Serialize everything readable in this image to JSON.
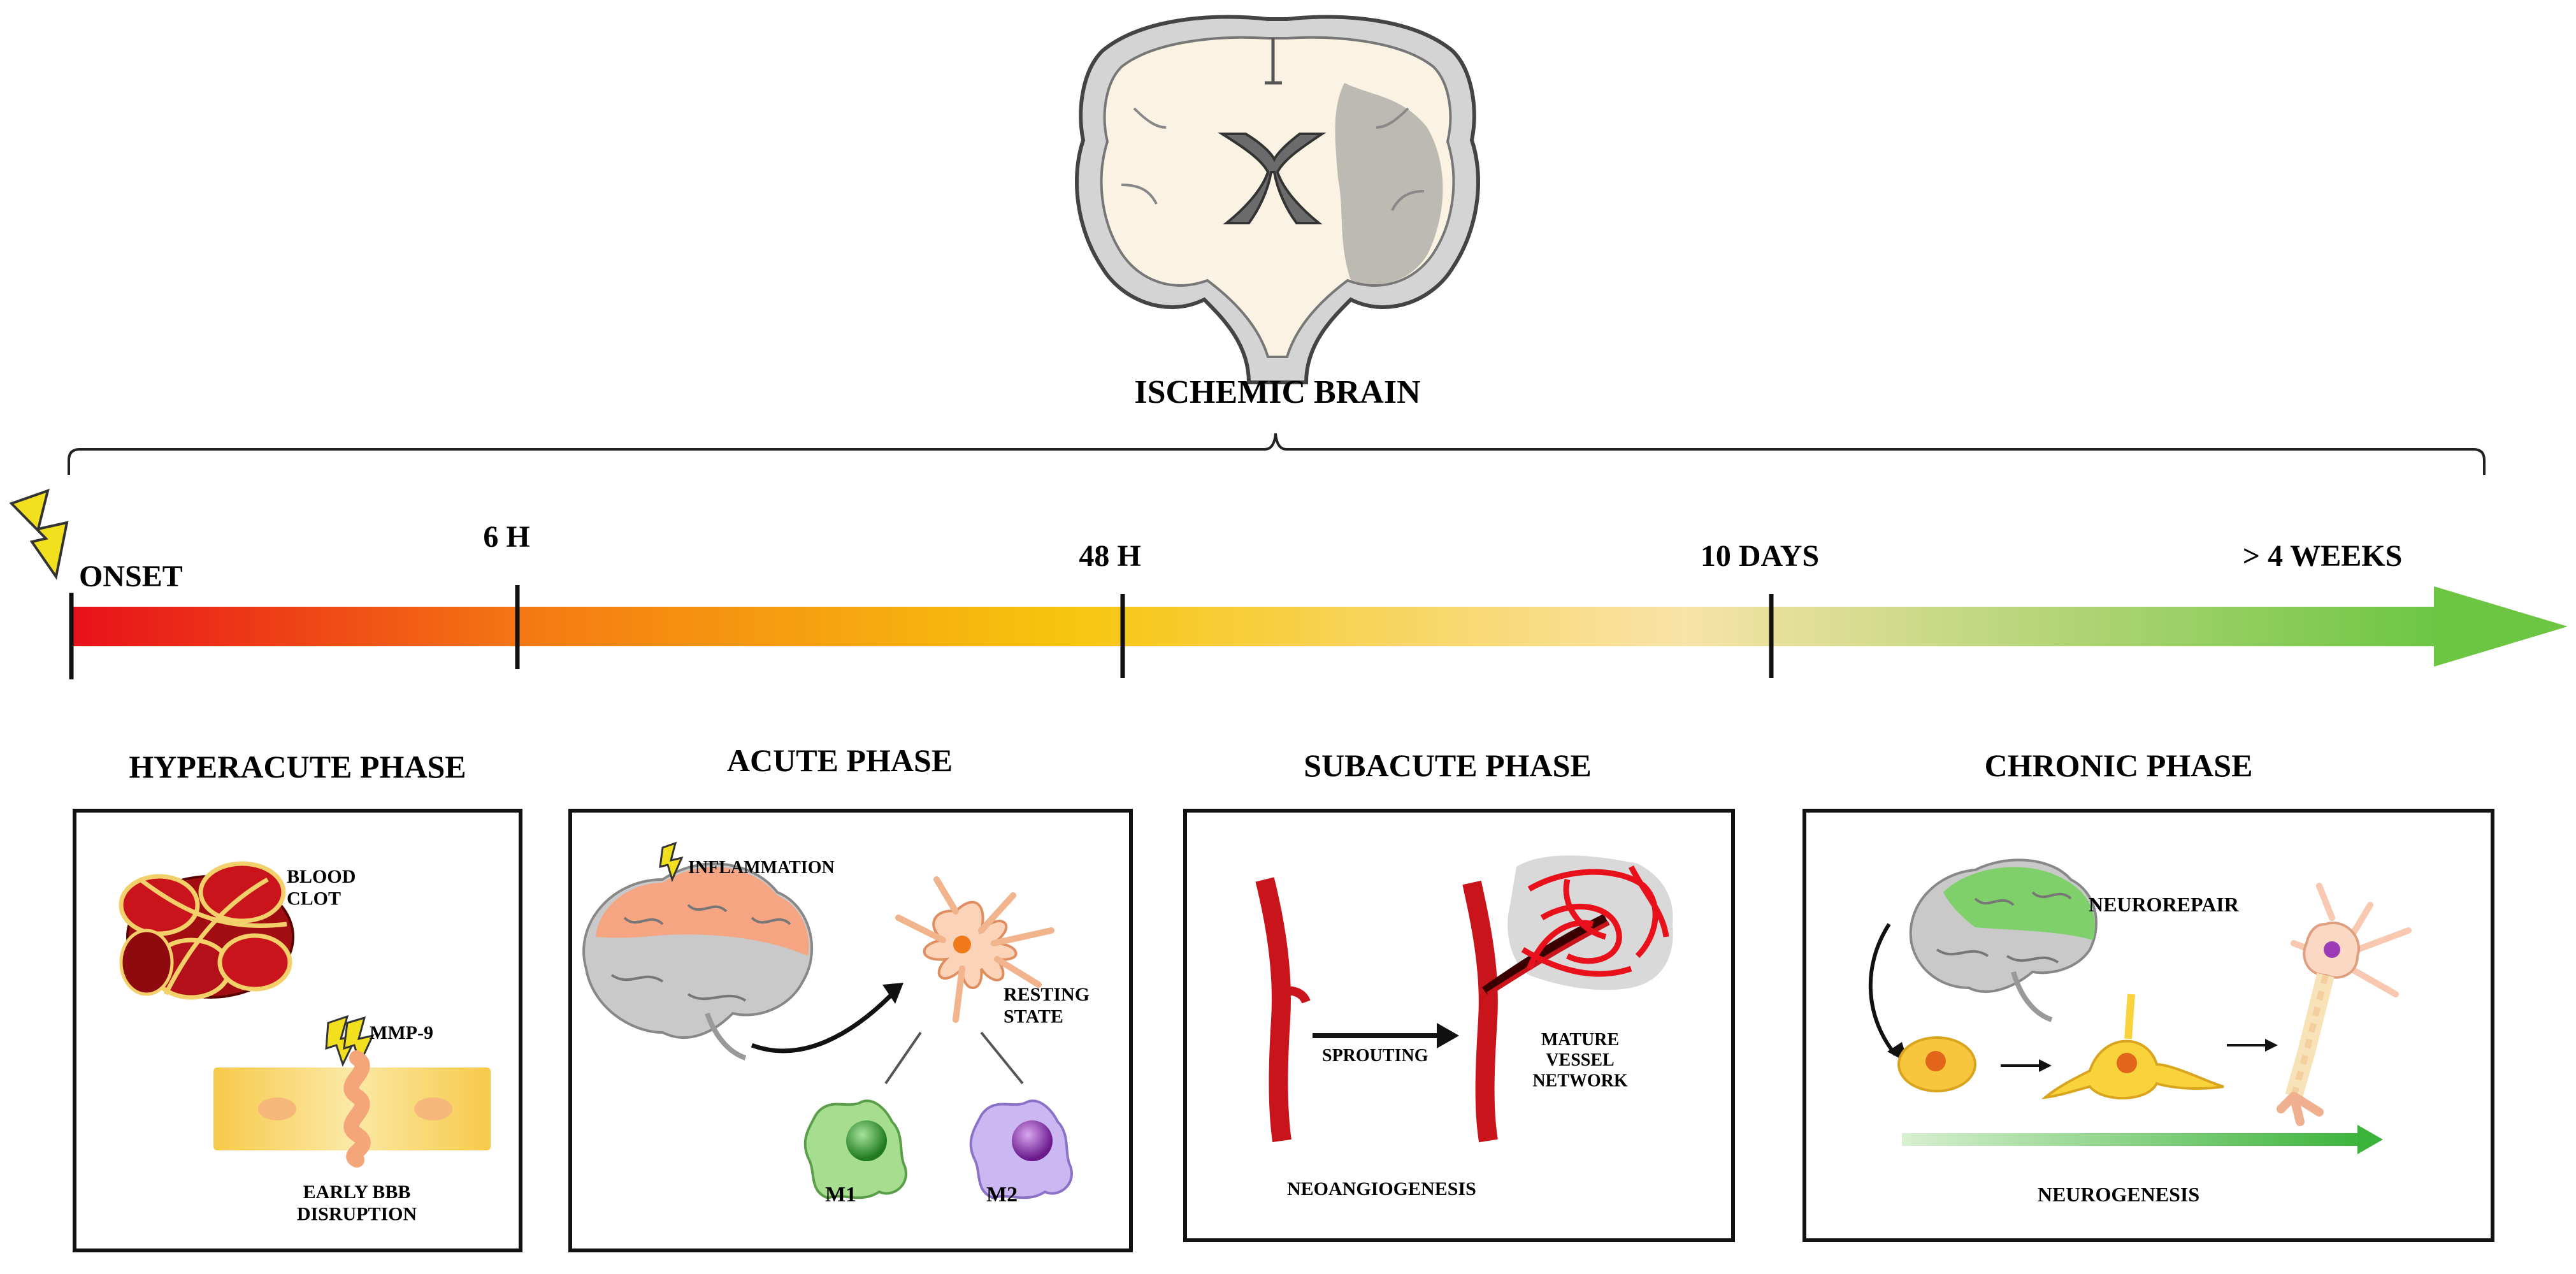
{
  "header": {
    "title": "ISCHEMIC BRAIN"
  },
  "timeline": {
    "markers": [
      "ONSET",
      "6 H",
      "48 H",
      "10 DAYS",
      "> 4 WEEKS"
    ],
    "colors": {
      "start": "#e8101a",
      "mid1": "#f57c12",
      "mid2": "#f7c50e",
      "mid3": "#f8e3a8",
      "end": "#6cc644"
    }
  },
  "phases": [
    {
      "title": "HYPERACUTE PHASE",
      "labels": {
        "clot": "BLOOD\nCLOT",
        "mmp": "MMP-9",
        "bbb": "EARLY BBB\nDISRUPTION"
      }
    },
    {
      "title": "ACUTE PHASE",
      "labels": {
        "inflammation": "INFLAMMATION",
        "resting": "RESTING\nSTATE",
        "m1": "M1",
        "m2": "M2"
      }
    },
    {
      "title": "SUBACUTE PHASE",
      "labels": {
        "sprouting": "SPROUTING",
        "mature": "MATURE\nVESSEL\nNETWORK",
        "neoangiogenesis": "NEOANGIOGENESIS"
      }
    },
    {
      "title": "CHRONIC PHASE",
      "labels": {
        "neurorepair": "NEUROREPAIR",
        "neurogenesis": "NEUROGENESIS"
      }
    }
  ],
  "icons": [
    "lightning-icon",
    "brain-icon",
    "blood-clot-icon",
    "microglia-icon",
    "blood-vessel-icon",
    "neuron-icon"
  ]
}
